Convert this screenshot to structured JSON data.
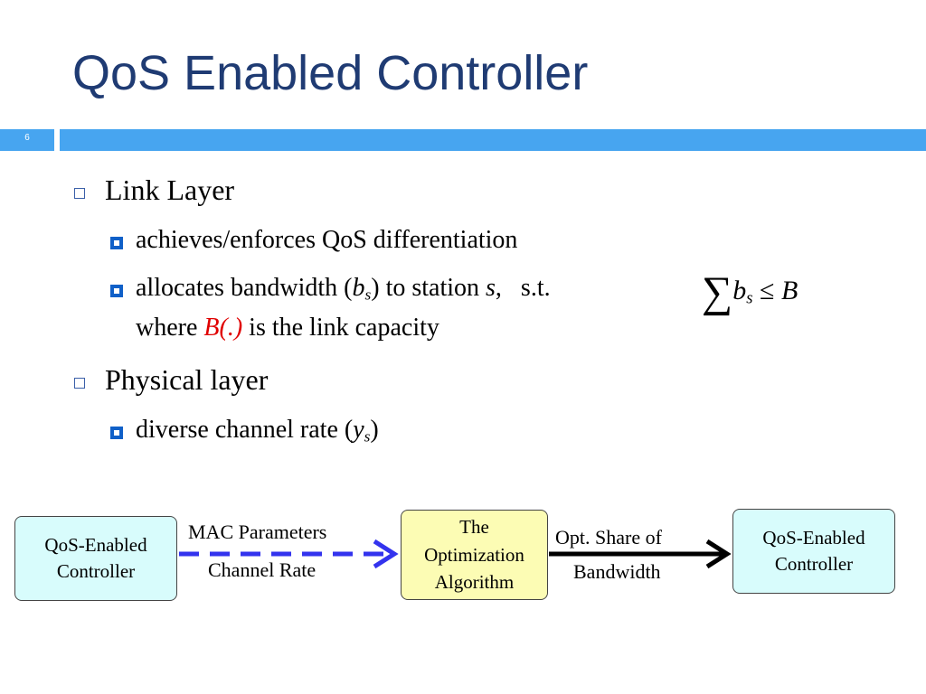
{
  "slide": {
    "title": "QoS Enabled Controller",
    "number": "6"
  },
  "bullets": {
    "link_layer": {
      "heading": "Link Layer",
      "sub1": "achieves/enforces QoS differentiation",
      "sub2": {
        "part1": "allocates bandwidth (",
        "b": "b",
        "s": "s",
        "part2": ") to station ",
        "s_var": "s",
        "part3": ",   s.t.",
        "line2_pre": "where ",
        "B_red": "B(.)",
        "line2_post": " is the link capacity"
      }
    },
    "physical_layer": {
      "heading": "Physical layer",
      "sub1": {
        "pre": "diverse channel rate (",
        "y": "y",
        "s": "s",
        "post": ")"
      }
    }
  },
  "formula": {
    "sigma": "∑",
    "b": "b",
    "s": "s",
    "leq": " ≤ ",
    "B": "B"
  },
  "diagram": {
    "left_box": {
      "line1": "QoS-Enabled",
      "line2": "Controller"
    },
    "middle_box": {
      "line1": "The",
      "line2": "Optimization",
      "line3": "Algorithm"
    },
    "right_box": {
      "line1": "QoS-Enabled",
      "line2": "Controller"
    },
    "left_labels": {
      "top": "MAC Parameters",
      "bottom": "Channel Rate"
    },
    "right_labels": {
      "top": "Opt. Share of",
      "bottom": "Bandwidth"
    },
    "colors": {
      "dashed_arrow": "#3333EE",
      "solid_arrow": "#000000",
      "title": "#1F3B73",
      "bar": "#47A5F0"
    }
  }
}
